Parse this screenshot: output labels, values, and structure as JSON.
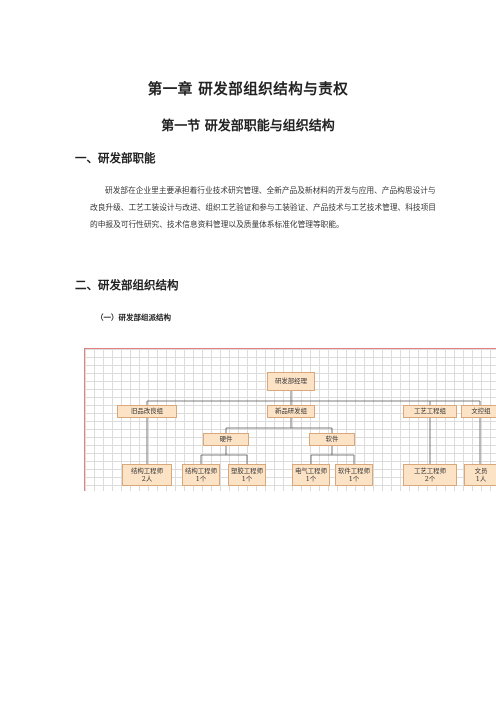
{
  "chapter_title": "第一章   研发部组织结构与责权",
  "section_title": "第一节   研发部职能与组织结构",
  "part1": {
    "heading": "一、研发部职能",
    "paragraph": "研发部在企业里主要承担着行业技术研究管理、全新产品及新材料的开发与应用、产品构思设计与改良升级、工艺工装设计与改进、组织工艺验证和参与工装验证、产品技术与工艺技术管理、科技项目的申报及可行性研究、技术信息资料管理以及质量体系标准化管理等职能。"
  },
  "part2": {
    "heading": "二、研发部组织结构",
    "sub_heading": "（一）研发部组派结构"
  },
  "org_chart": {
    "root": "研发部经理",
    "level2": [
      "旧品改良组",
      "新品研发组",
      "工艺工程组",
      "文控组"
    ],
    "level3": [
      "硬件",
      "软件"
    ],
    "leaves": [
      {
        "title": "结构工程师",
        "count": "2人"
      },
      {
        "title": "结构工程师",
        "count": "1个"
      },
      {
        "title": "塑胶工程师",
        "count": "1个"
      },
      {
        "title": "电气工程师",
        "count": "1个"
      },
      {
        "title": "软件工程师",
        "count": "1个"
      },
      {
        "title": "工艺工程师",
        "count": "2个"
      },
      {
        "title": "文员",
        "count": "1人"
      }
    ]
  }
}
